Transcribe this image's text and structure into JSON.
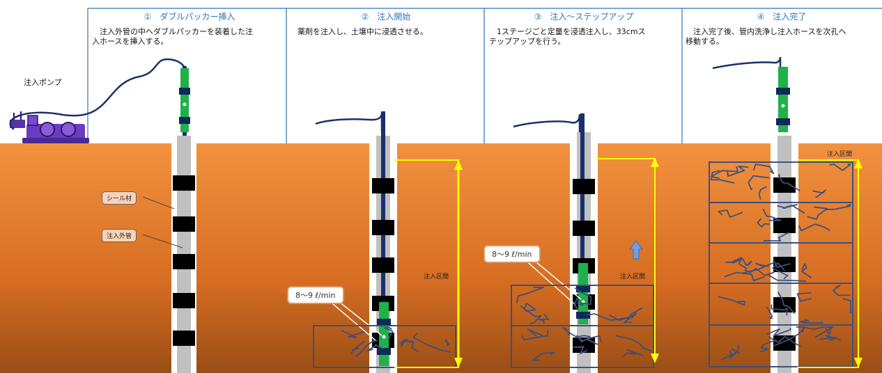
{
  "steps": [
    {
      "title": "①　ダブルパッカー挿入",
      "desc_lines": [
        "　注入外管の中へダブルパッカーを装着した注",
        "入ホースを挿入する。"
      ]
    },
    {
      "title": "②　注入開始",
      "desc_lines": [
        "薬剤を注入し、土壌中に浸透させる。"
      ]
    },
    {
      "title": "③　注入～ステップアップ",
      "desc_lines": [
        "　1ステージごと定量を浸透注入し、33cmス",
        "テップアップを行う。"
      ]
    },
    {
      "title": "④　注入完了",
      "desc_lines": [
        "　注入完了後、管内洗浄し注入ホースを次孔へ",
        "移動する。"
      ]
    }
  ],
  "pump_label": "注入ポンプ",
  "callouts": {
    "seal": "シール材",
    "outer_pipe": "注入外管"
  },
  "flow_rate": "8～9 ℓ/min",
  "zone_label": "注入区間",
  "icons": {
    "pump": "injection-pump-icon",
    "arrow": "step-up-arrow-icon"
  },
  "colors": {
    "soil_top": "#f2923f",
    "soil_bottom": "#9a4e16",
    "title_blue": "#2e75b6",
    "hose": "#1b2f6b",
    "packer_green": "#1fb14a",
    "yellow": "#ffff00",
    "crack": "#3f4f7a"
  }
}
